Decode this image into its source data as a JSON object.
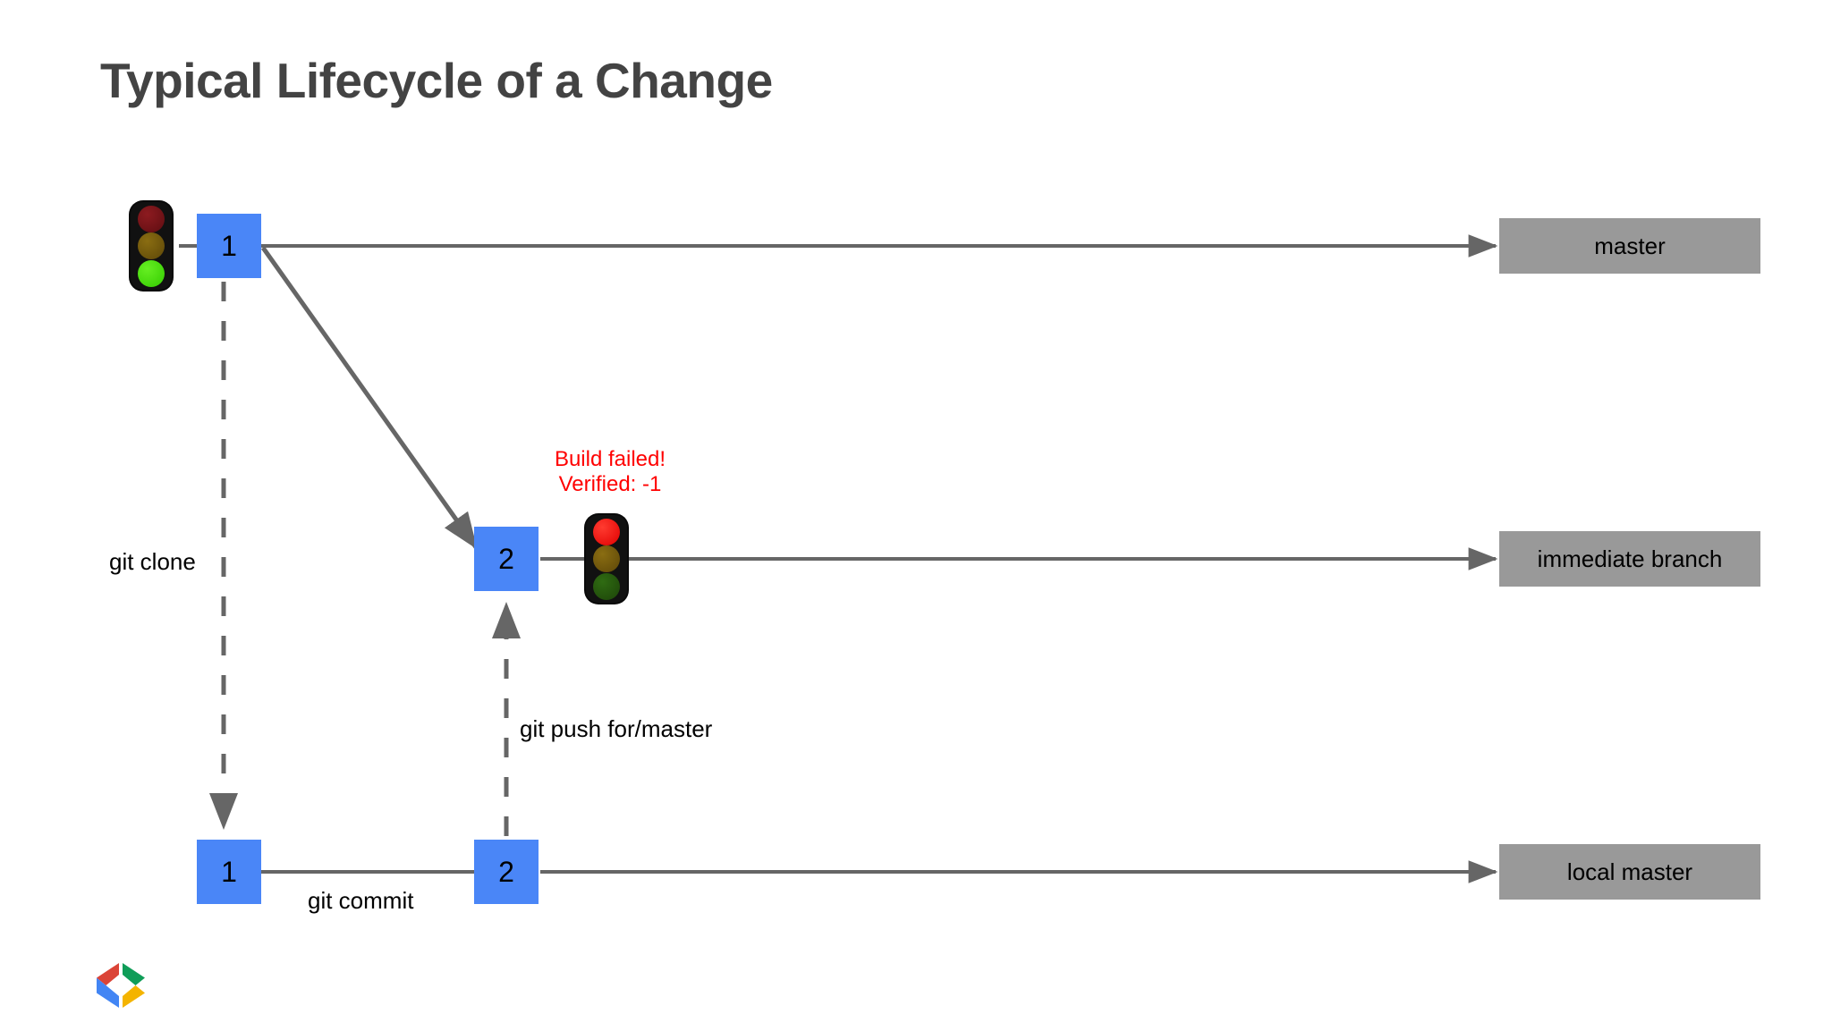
{
  "slide": {
    "title": "Typical Lifecycle of a Change",
    "background": "#ffffff",
    "title_color": "#434343"
  },
  "palette": {
    "node_blue": "#4a86f7",
    "branch_gray": "#999999",
    "connector_gray": "#666666",
    "error_red": "#ff0000",
    "title_gray": "#434343"
  },
  "diagram": {
    "type": "flow",
    "nodes": [
      {
        "id": "commit-1-remote",
        "label": "1",
        "row": "master",
        "kind": "commit"
      },
      {
        "id": "commit-2-review",
        "label": "2",
        "row": "immediate-branch",
        "kind": "commit"
      },
      {
        "id": "commit-1-local",
        "label": "1",
        "row": "local-master",
        "kind": "commit"
      },
      {
        "id": "commit-2-local",
        "label": "2",
        "row": "local-master",
        "kind": "commit"
      }
    ],
    "branches": [
      {
        "id": "master",
        "label": "master"
      },
      {
        "id": "immediate-branch",
        "label": "immediate branch"
      },
      {
        "id": "local-master",
        "label": "local master"
      }
    ],
    "edges": [
      {
        "id": "clone",
        "label": "git clone",
        "style": "dashed",
        "from": "commit-1-remote",
        "to": "commit-1-local"
      },
      {
        "id": "commit",
        "label": "git commit",
        "style": "solid",
        "from": "commit-1-local",
        "to": "commit-2-local"
      },
      {
        "id": "push",
        "label": "git push for/master",
        "style": "dashed",
        "from": "commit-2-local",
        "to": "commit-2-review"
      },
      {
        "id": "review",
        "label": "",
        "style": "solid",
        "from": "commit-1-remote",
        "to": "commit-2-review"
      }
    ],
    "traffic_lights": [
      {
        "id": "master-build-status",
        "state": "green",
        "red": "off",
        "amber": "off",
        "green": "on"
      },
      {
        "id": "review-build-status",
        "state": "red",
        "red": "on",
        "amber": "off",
        "green": "off"
      }
    ],
    "status_note": {
      "line1": "Build failed!",
      "line2": "Verified: -1",
      "color": "#ff0000"
    }
  },
  "logo": {
    "name": "google-developers-logo",
    "colors": {
      "red": "#db4437",
      "blue": "#4285f4",
      "green": "#0f9d58",
      "yellow": "#f4b400"
    }
  }
}
